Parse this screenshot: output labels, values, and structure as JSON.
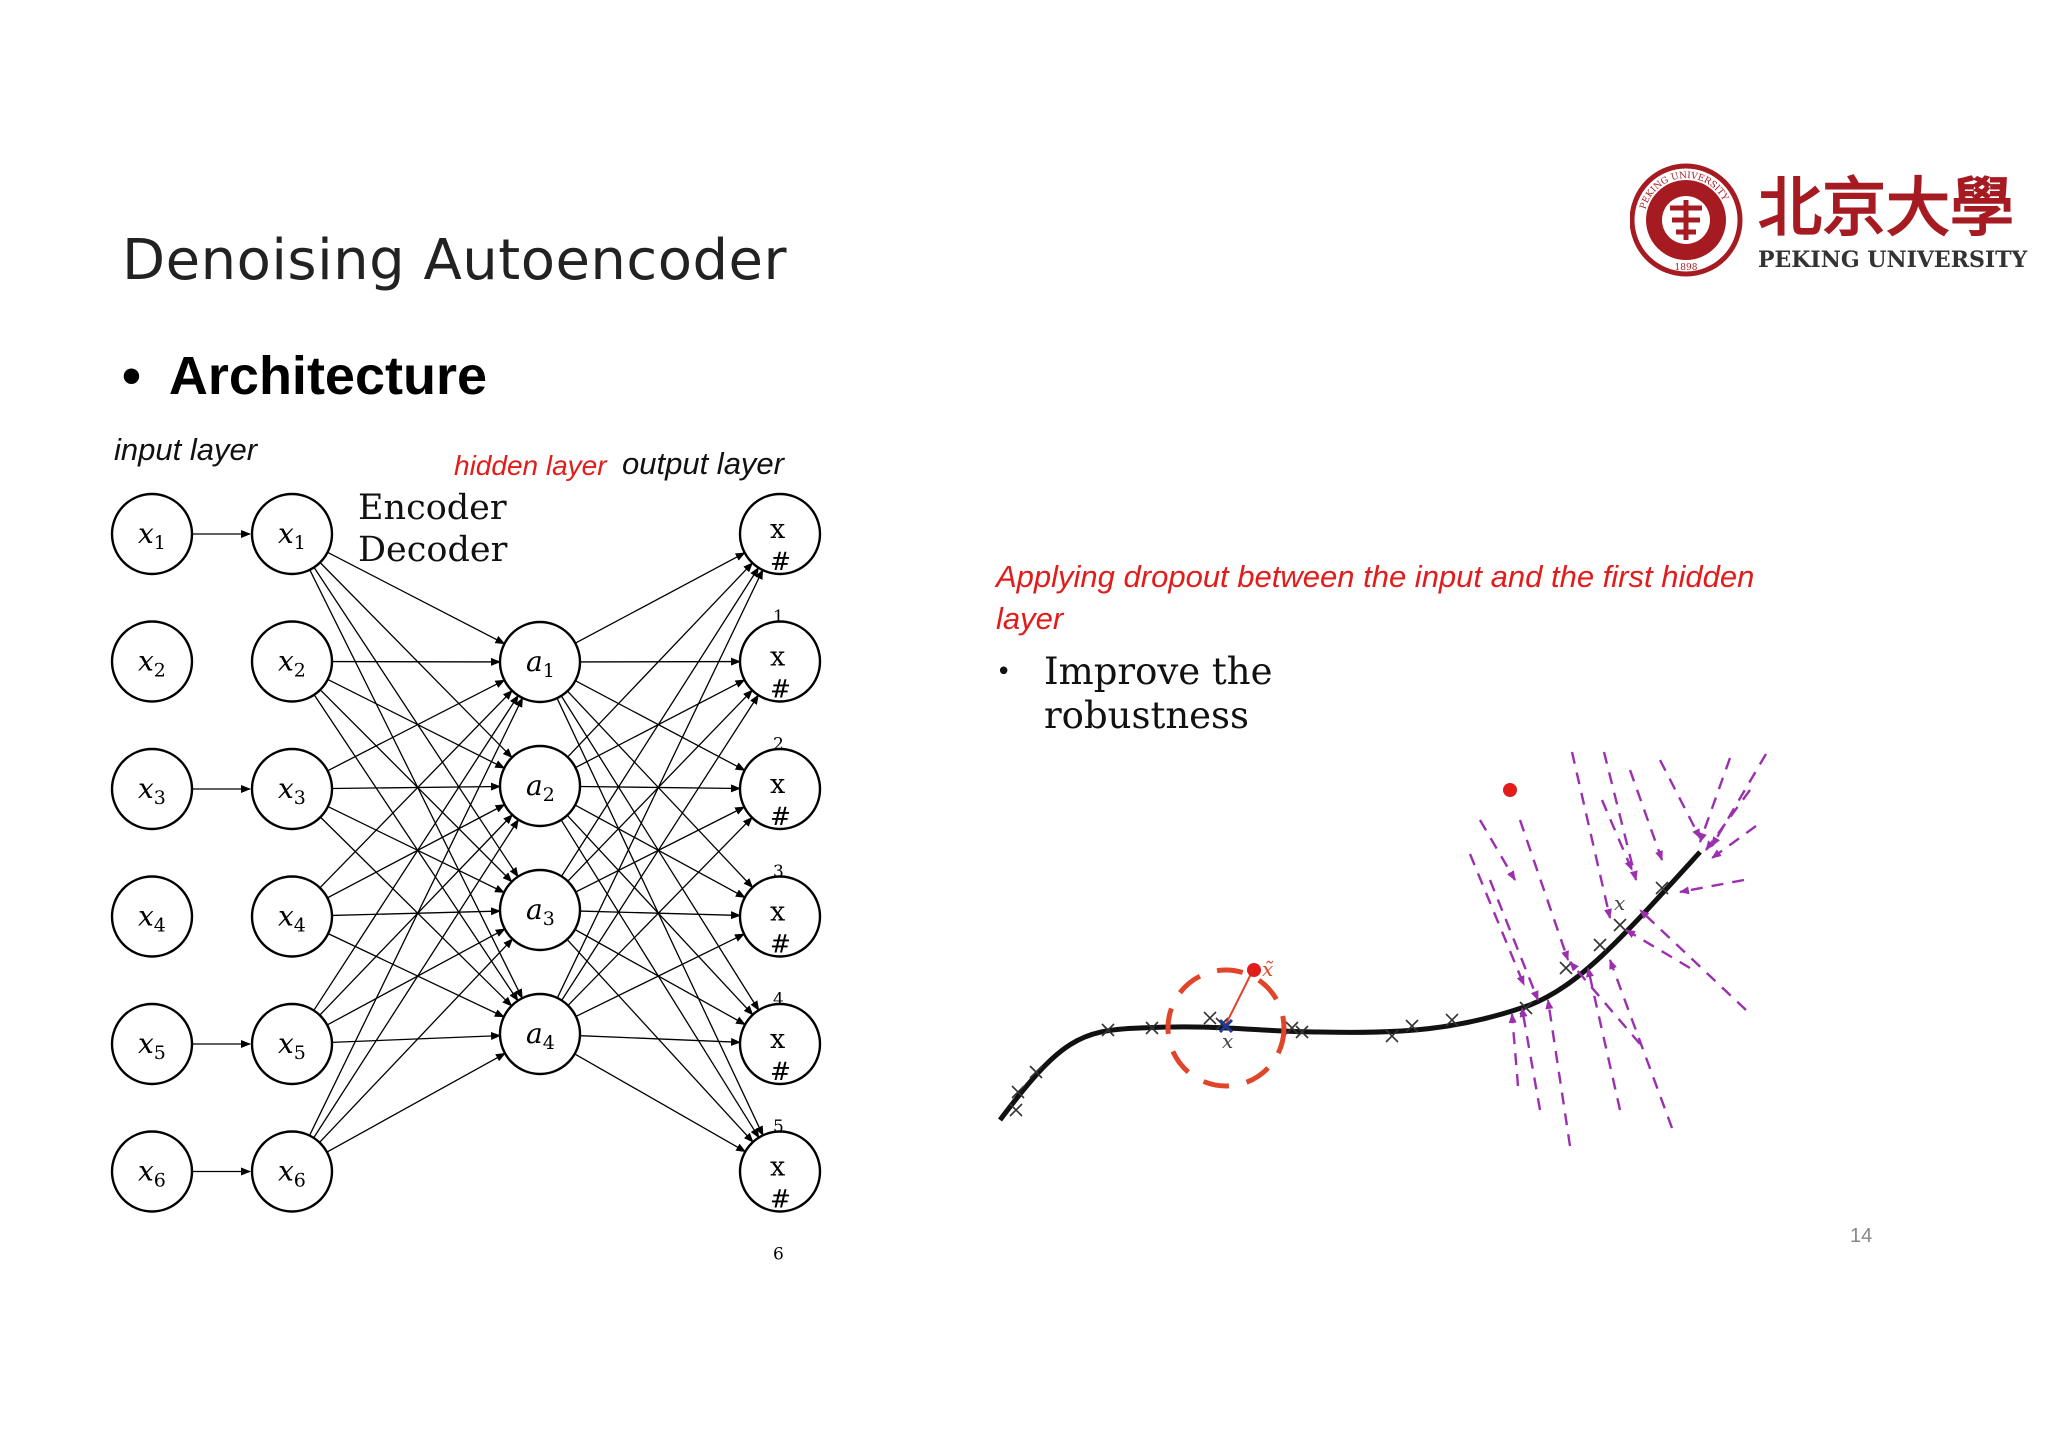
{
  "slide": {
    "title": "Denoising Autoencoder",
    "bullet": "Architecture",
    "bullet_marker": "•",
    "page_number": "14"
  },
  "diagram": {
    "input_layer_label": "input layer",
    "hidden_layer_label": "hidden layer",
    "output_layer_label": "output layer",
    "encoder_label": "Encoder",
    "decoder_label": "Decoder",
    "input_nodes": [
      {
        "base": "x",
        "sub": "1"
      },
      {
        "base": "x",
        "sub": "2"
      },
      {
        "base": "x",
        "sub": "3"
      },
      {
        "base": "x",
        "sub": "4"
      },
      {
        "base": "x",
        "sub": "5"
      },
      {
        "base": "x",
        "sub": "6"
      }
    ],
    "corrupted_nodes": [
      {
        "base": "x",
        "sub": "1"
      },
      {
        "base": "x",
        "sub": "2"
      },
      {
        "base": "x",
        "sub": "3"
      },
      {
        "base": "x",
        "sub": "4"
      },
      {
        "base": "x",
        "sub": "5"
      },
      {
        "base": "x",
        "sub": "6"
      }
    ],
    "passthrough_rows": [
      true,
      false,
      true,
      false,
      true,
      true
    ],
    "hidden_nodes": [
      {
        "base": "a",
        "sub": "1"
      },
      {
        "base": "a",
        "sub": "2"
      },
      {
        "base": "a",
        "sub": "3"
      },
      {
        "base": "a",
        "sub": "4"
      }
    ],
    "output_nodes": [
      {
        "base": "x",
        "mark": "#",
        "sub": "1"
      },
      {
        "base": "x",
        "mark": "#",
        "sub": "2"
      },
      {
        "base": "x",
        "mark": "#",
        "sub": "3"
      },
      {
        "base": "x",
        "mark": "#",
        "sub": "4"
      },
      {
        "base": "x",
        "mark": "#",
        "sub": "5"
      },
      {
        "base": "x",
        "mark": "#",
        "sub": "6"
      }
    ]
  },
  "right_panel": {
    "dropout_text": "Applying dropout between the input and the first hidden layer",
    "bullet_marker": "•",
    "bullet_text": "Improve the robustness",
    "manifold_labels": {
      "clean": "x",
      "corrupted": "x̃",
      "x_right": "x"
    }
  },
  "logo": {
    "chinese_name": "北京大學",
    "english_name": "PEKING UNIVERSITY",
    "seal_text": "PEKING UNIVERSITY",
    "seal_year": "1898"
  },
  "colors": {
    "accent_red": "#e21b1b",
    "brand_red": "#a61b22",
    "manifold_purple": "#9b2fae",
    "corruption_orange": "#e0452a"
  }
}
